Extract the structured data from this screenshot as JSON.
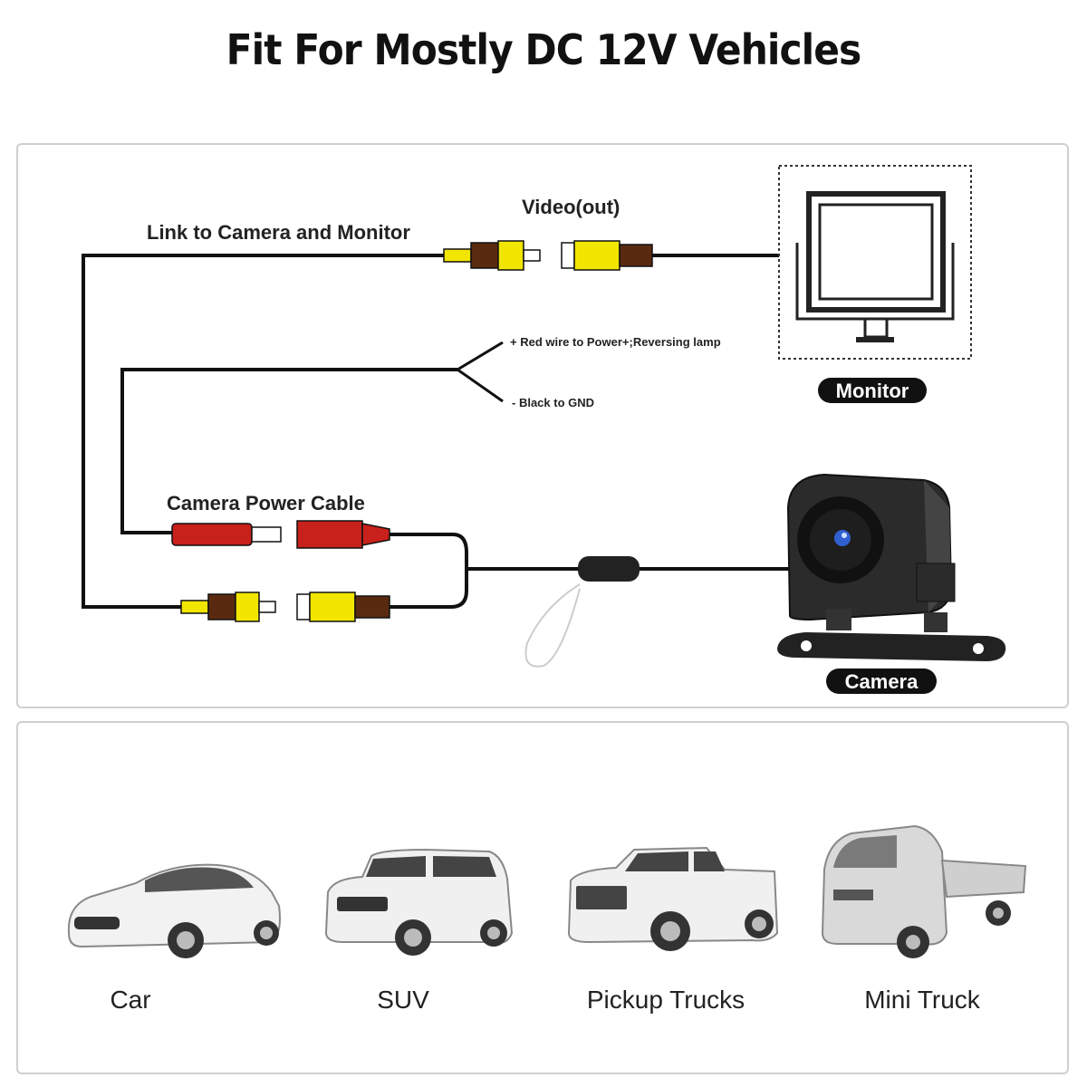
{
  "title": "Fit For Mostly DC 12V Vehicles",
  "wiring": {
    "link_label": "Link to Camera and Monitor",
    "video_out_label": "Video(out)",
    "red_wire_label": "+ Red wire to Power+;Reversing lamp",
    "black_wire_label": "- Black to GND",
    "power_cable_label": "Camera Power Cable",
    "monitor_badge": "Monitor",
    "camera_badge": "Camera"
  },
  "vehicles": [
    {
      "label": "Car"
    },
    {
      "label": "SUV"
    },
    {
      "label": "Pickup Trucks"
    },
    {
      "label": "Mini Truck"
    }
  ],
  "colors": {
    "rca_yellow": "#f2e600",
    "rca_dark": "#5a2a10",
    "power_red": "#c8201a",
    "wire": "#111111",
    "badge_bg": "#111111"
  }
}
